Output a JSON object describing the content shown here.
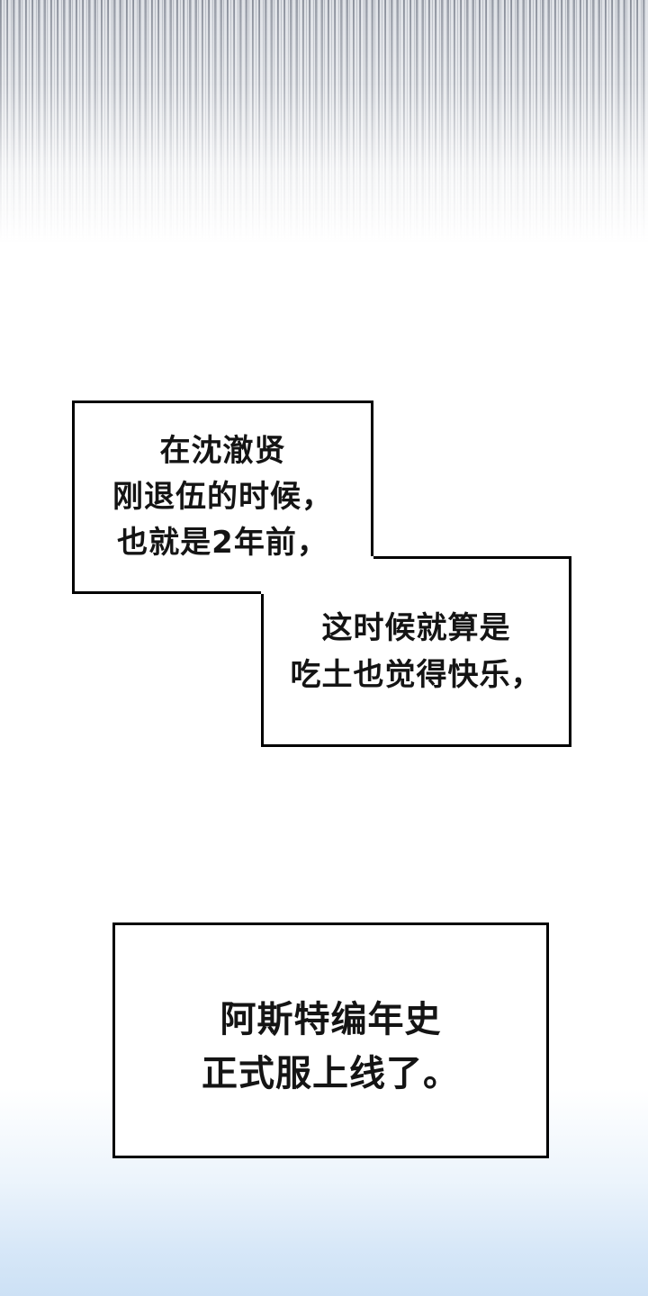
{
  "page": {
    "background_color": "#ffffff",
    "border_color": "#000000",
    "bottom_tint_color": "#cde1f5",
    "top_texture": "vertical-streaks"
  },
  "captions": [
    {
      "id": "caption-1",
      "lines": [
        "在沈澈贤",
        "刚退伍的时候，",
        "也就是2年前，"
      ]
    },
    {
      "id": "caption-2",
      "lines": [
        "这时候就算是",
        "吃土也觉得快乐，"
      ]
    },
    {
      "id": "caption-3",
      "lines": [
        "阿斯特编年史",
        "正式服上线了。"
      ]
    }
  ]
}
